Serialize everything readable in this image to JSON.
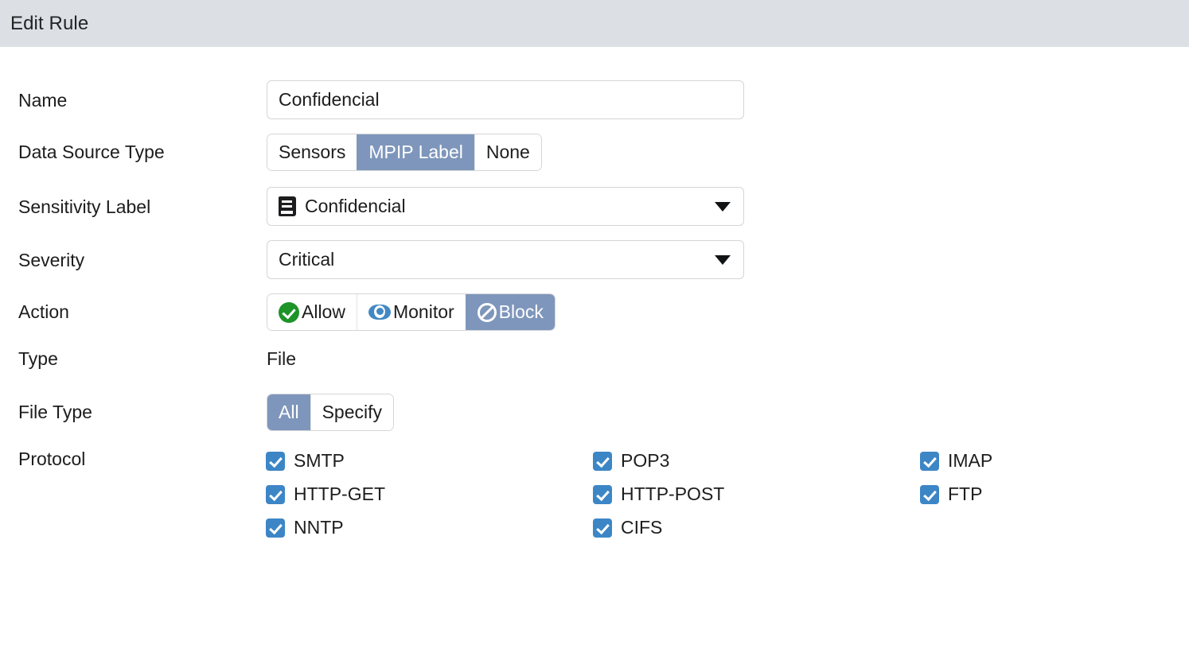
{
  "header": {
    "title": "Edit Rule"
  },
  "colors": {
    "header_bg": "#dcdfe3",
    "segment_selected_bg": "#7e96bb",
    "checkbox_blue": "#3d86c6",
    "allow_green": "#1d9328",
    "monitor_blue": "#4288c4"
  },
  "form": {
    "name": {
      "label": "Name",
      "value": "Confidencial",
      "placeholder": ""
    },
    "data_source_type": {
      "label": "Data Source Type",
      "options": [
        "Sensors",
        "MPIP Label",
        "None"
      ],
      "selected": "MPIP Label"
    },
    "sensitivity_label": {
      "label": "Sensitivity Label",
      "value": "Confidencial",
      "icon": "book-icon",
      "chevron": "chevron-down-icon"
    },
    "severity": {
      "label": "Severity",
      "value": "Critical",
      "chevron": "chevron-down-icon"
    },
    "action": {
      "label": "Action",
      "options": [
        {
          "label": "Allow",
          "icon": "check-circle-icon"
        },
        {
          "label": "Monitor",
          "icon": "eye-icon"
        },
        {
          "label": "Block",
          "icon": "block-icon"
        }
      ],
      "selected": "Block"
    },
    "type": {
      "label": "Type",
      "value": "File"
    },
    "file_type": {
      "label": "File Type",
      "options": [
        "All",
        "Specify"
      ],
      "selected": "All"
    },
    "protocol": {
      "label": "Protocol",
      "columns": [
        [
          {
            "label": "SMTP",
            "checked": true
          },
          {
            "label": "HTTP-GET",
            "checked": true
          },
          {
            "label": "NNTP",
            "checked": true
          }
        ],
        [
          {
            "label": "POP3",
            "checked": true
          },
          {
            "label": "HTTP-POST",
            "checked": true
          },
          {
            "label": "CIFS",
            "checked": true
          }
        ],
        [
          {
            "label": "IMAP",
            "checked": true
          },
          {
            "label": "FTP",
            "checked": true
          }
        ]
      ]
    }
  }
}
